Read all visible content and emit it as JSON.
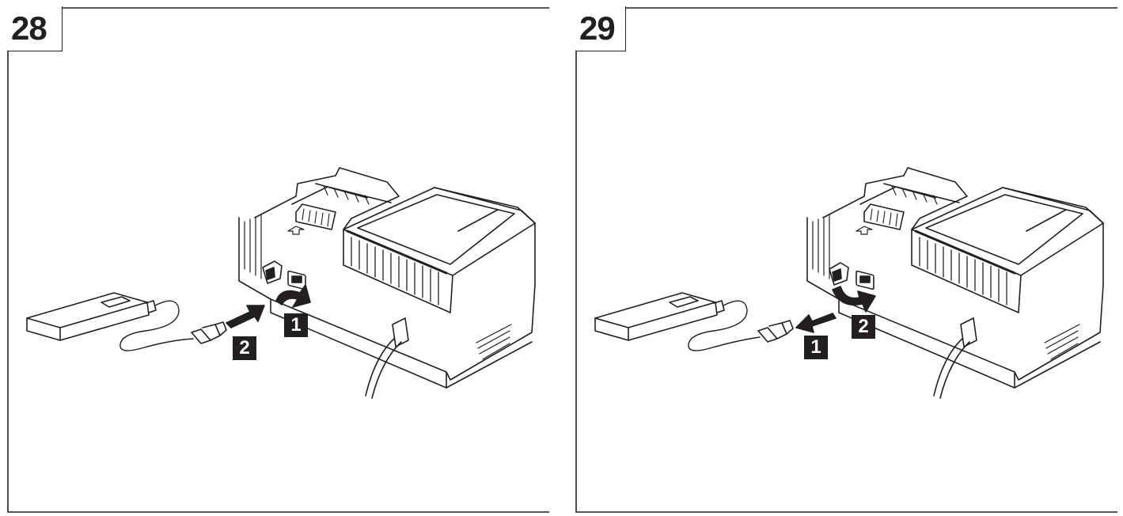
{
  "figures": [
    {
      "number": "28",
      "steps": [
        "1",
        "2"
      ]
    },
    {
      "number": "29",
      "steps": [
        "1",
        "2"
      ]
    }
  ],
  "colors": {
    "line": "#231f20",
    "paper": "#ffffff"
  },
  "icons": [
    "charger-unit",
    "usb-port",
    "usb-cover-flap",
    "power-bank",
    "usb-plug",
    "power-cord",
    "rotate-arrow-icon",
    "insert-arrow-icon",
    "remove-arrow-icon"
  ]
}
